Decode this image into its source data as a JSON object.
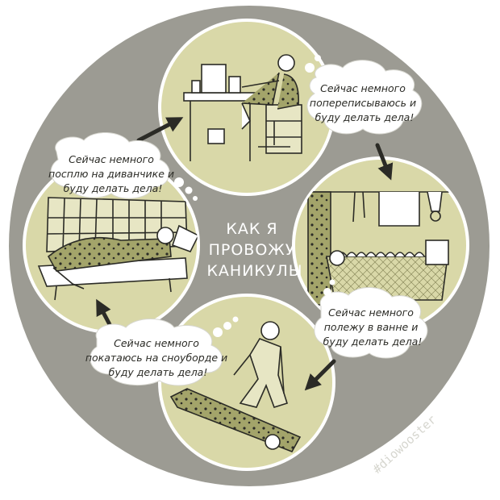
{
  "title": {
    "line1": "КАК Я",
    "line2": "ПРОВОЖУ",
    "line3": "КАНИКУЛЫ"
  },
  "panels": {
    "desk": {
      "bubble": [
        "Сейчас немного",
        "попереписываюсь и",
        "буду делать дела!"
      ]
    },
    "bath": {
      "bubble": [
        "Сейчас немного",
        "полежу в ванне и",
        "буду делать дела!"
      ]
    },
    "snowboard": {
      "bubble": [
        "Сейчас немного",
        "покатаюсь на сноуборде и",
        "буду делать дела!"
      ]
    },
    "sofa": {
      "bubble": [
        "Сейчас немного",
        "посплю на диванчике и",
        "буду делать дела!"
      ]
    }
  },
  "signature": "#diowooster",
  "colors": {
    "outer_circle": "#9c9b93",
    "panel_fill": "#d9d8a8",
    "panel_border": "#ffffff",
    "ink": "#2b2b26",
    "pattern": "#a3a46a"
  }
}
